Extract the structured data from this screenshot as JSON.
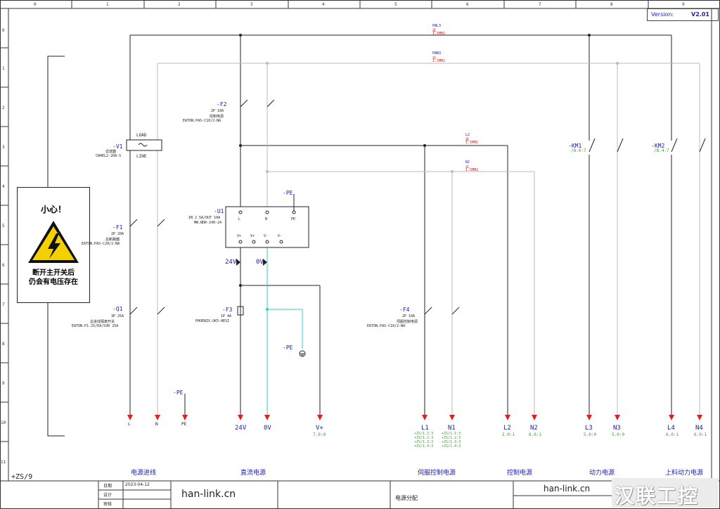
{
  "version": {
    "label": "Version:",
    "value": "V2.01"
  },
  "columns": [
    "0",
    "1",
    "2",
    "3",
    "4",
    "5",
    "6",
    "7",
    "8",
    "9"
  ],
  "rows": [
    "0",
    "1",
    "2",
    "3",
    "4",
    "5",
    "6",
    "7",
    "8",
    "9",
    "10",
    "11"
  ],
  "warning": {
    "title": "小心！",
    "line1": "断开主开关后",
    "line2": "仍会有电压存在"
  },
  "sheet_ref": "+ZS/9",
  "buses": {
    "pwl3": {
      "name": "PWL3",
      "color": "黑",
      "size": "1.5MM2"
    },
    "pwn3": {
      "name": "PWN3",
      "color": "白",
      "size": "1.5MM2"
    },
    "l2": {
      "name": "L2",
      "color": "黑",
      "size": "1.5MM2"
    },
    "n2": {
      "name": "N2",
      "color": "白",
      "size": "1.5MM2"
    }
  },
  "devices": {
    "v1": {
      "tag": "-V1",
      "desc": "滤波器",
      "model": "CW4EL2-20A-S",
      "load": "LOAD",
      "line": "LINE"
    },
    "f1": {
      "tag": "-F1",
      "spec": "2P 20A",
      "desc": "总断路器",
      "model": "EATON.PAS-C20/2-NA"
    },
    "q1": {
      "tag": "-Q1",
      "spec": "3P 25A",
      "desc": "总进线隔离开关",
      "model": "EATON.P1-25/EA/SVB 25A"
    },
    "f2": {
      "tag": "-F2",
      "spec": "2P 10A",
      "desc": "控制电源",
      "model": "EATON.PAS-C10/2-NA"
    },
    "u1": {
      "tag": "-U1",
      "spec": "IN 2.5A/OUT 10A",
      "model": "MW.NDR-240-24",
      "pins_top": [
        "L",
        "N",
        "PE"
      ],
      "pins_bot": [
        "V+",
        "V+",
        "V-",
        "V-"
      ]
    },
    "f3": {
      "tag": "-F3",
      "spec": "1P 4A",
      "model": "PHOENIX.UK5-HESI"
    },
    "f4": {
      "tag": "-F4",
      "spec": "2P 10A",
      "desc": "伺服控制电源",
      "model": "EATON.PAS-C10/2-NA"
    },
    "km1": {
      "tag": "-KM1",
      "ref": "/8.0:7"
    },
    "km2": {
      "tag": "-KM2",
      "ref": "/8.4:7"
    },
    "pe_a": {
      "tag": "-PE"
    },
    "pe_b": {
      "tag": "-PE"
    },
    "pe_c": {
      "tag": "-PE"
    }
  },
  "volt": {
    "v24": "24V",
    "v0": "0V"
  },
  "terminals": [
    {
      "label": "L",
      "ref": ""
    },
    {
      "label": "N",
      "ref": ""
    },
    {
      "label": "PE",
      "ref": ""
    },
    {
      "label": "24V",
      "ref": ""
    },
    {
      "label": "0V",
      "ref": ""
    },
    {
      "label": "V+",
      "ref": "7.0:0"
    },
    {
      "label": "L1",
      "ref": "+ZS/1.1:3\n+ZS/1.2:3\n+ZS/1.3:3\n+ZS/1.4:3"
    },
    {
      "label": "N1",
      "ref": "+ZS/1.1:3\n+ZS/1.2:3\n+ZS/1.3:3\n+ZS/1.4:3"
    },
    {
      "label": "L2",
      "ref": "2.0:1"
    },
    {
      "label": "N2",
      "ref": "8.0:1"
    },
    {
      "label": "L3",
      "ref": "5.0:0"
    },
    {
      "label": "N3",
      "ref": "5.0:0"
    },
    {
      "label": "L4",
      "ref": "6.0:1"
    },
    {
      "label": "N4",
      "ref": "6.0:1"
    }
  ],
  "sections": [
    "电源进线",
    "直流电源",
    "伺服控制电源",
    "控制电源",
    "动力电源",
    "上料动力电源"
  ],
  "title_block": {
    "date_label": "日期",
    "date": "2023-04-12",
    "design_label": "设计",
    "check_label": "审核",
    "site1": "han-link.cn",
    "site2": "han-link.cn",
    "drawing": "电源分配"
  },
  "watermark": "汉联工控"
}
